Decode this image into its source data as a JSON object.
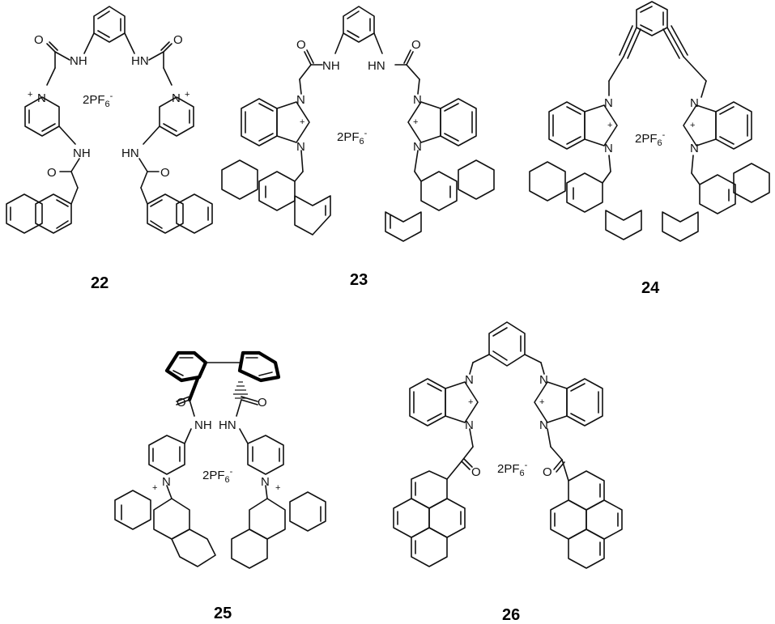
{
  "compounds": [
    {
      "label": "22",
      "counterion": "2PF6-"
    },
    {
      "label": "23",
      "counterion": "2PF6-"
    },
    {
      "label": "24",
      "counterion": "2PF6-"
    },
    {
      "label": "25",
      "counterion": "2PF6-"
    },
    {
      "label": "26",
      "counterion": "2PF6-"
    }
  ],
  "atom_labels": {
    "amide_nh": "NH",
    "amide_hn": "HN",
    "carbonyl_o": "O",
    "nitrogen": "N",
    "cation": "+",
    "anion": "-"
  }
}
